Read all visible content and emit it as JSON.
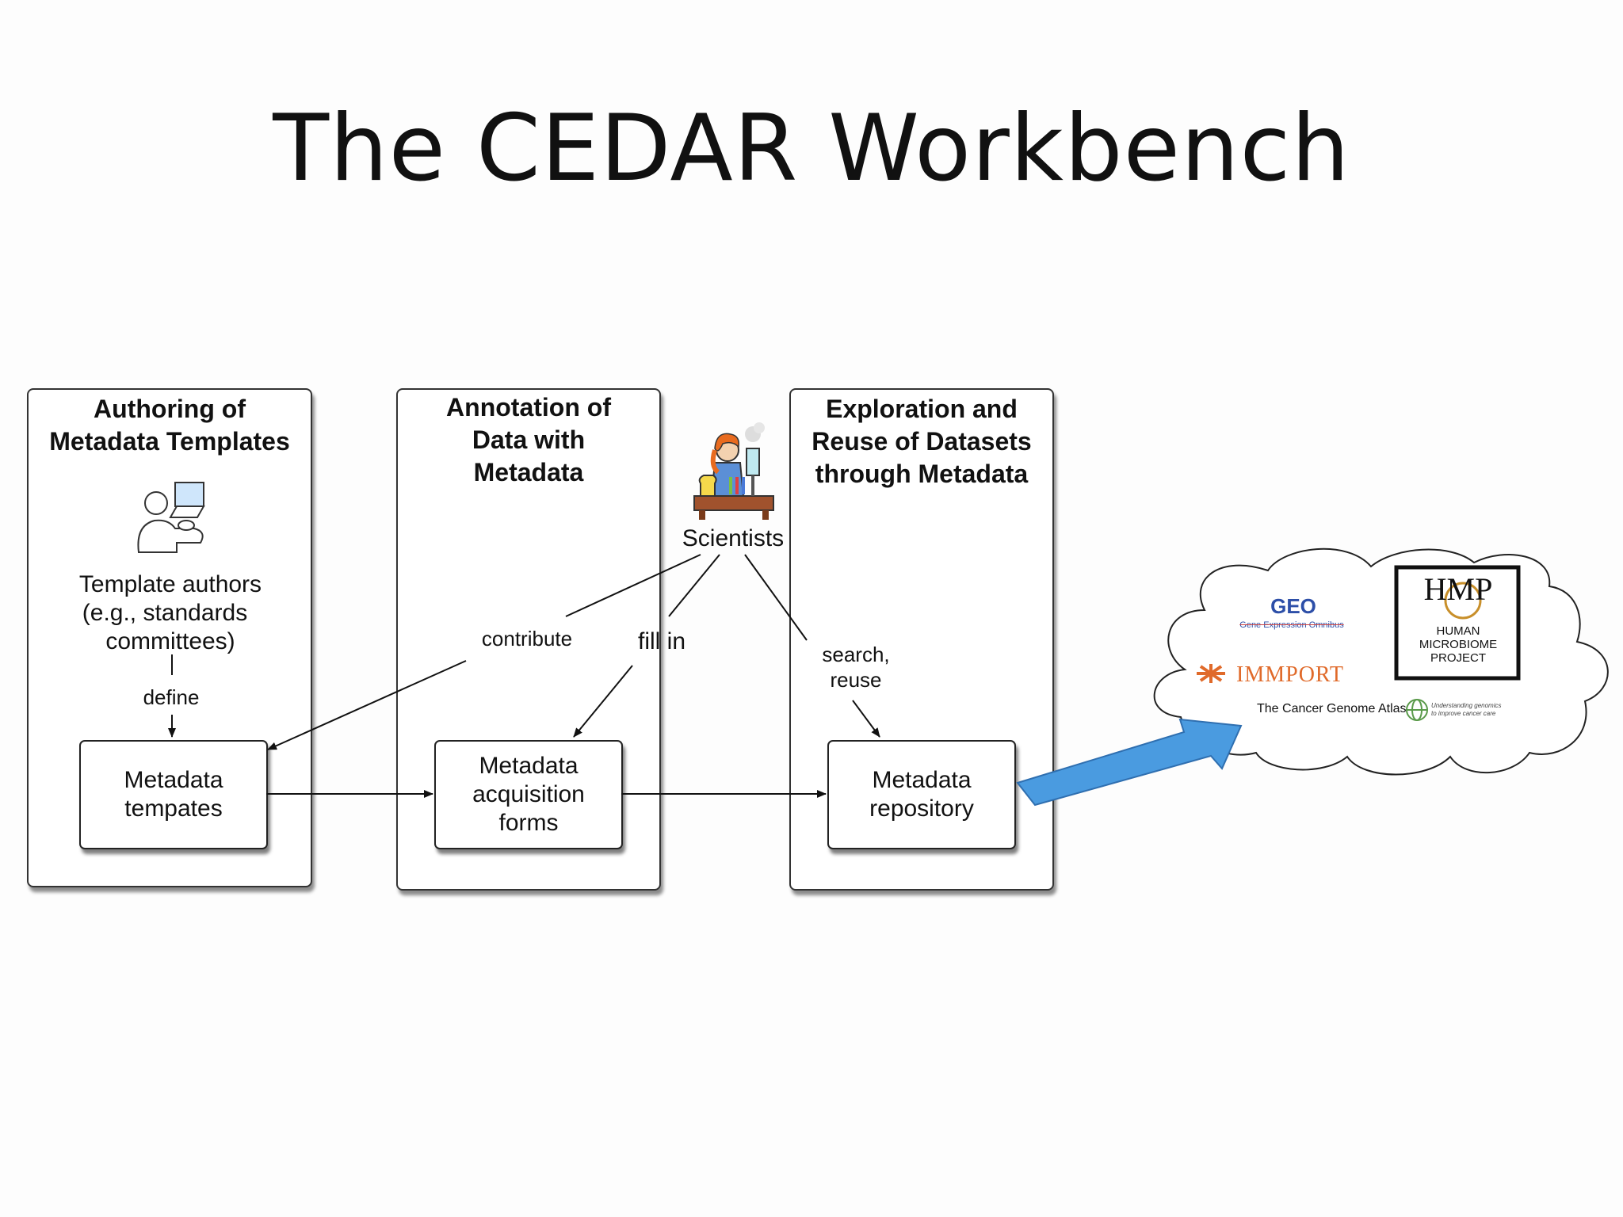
{
  "title": "The CEDAR Workbench",
  "panels": [
    {
      "title_lines": [
        "Authoring of",
        "Metadata Templates"
      ]
    },
    {
      "title_lines": [
        "Annotation of",
        "Data with",
        "Metadata"
      ]
    },
    {
      "title_lines": [
        "Exploration and",
        "Reuse of Datasets",
        "through Metadata"
      ]
    }
  ],
  "actors": {
    "template_authors": [
      "Template authors",
      "(e.g., standards",
      "committees)"
    ],
    "scientists": "Scientists"
  },
  "edge_labels": {
    "define": "define",
    "contribute": "contribute",
    "fill_in": "fill in",
    "search_reuse": [
      "search,",
      "reuse"
    ]
  },
  "nodes": {
    "templates": [
      "Metadata",
      "tempates"
    ],
    "forms": [
      "Metadata",
      "acquisition",
      "forms"
    ],
    "repository": [
      "Metadata",
      "repository"
    ]
  },
  "repositories": {
    "geo": "GEO",
    "geo_sub": "Gene Expression Omnibus",
    "hmp": "HMP",
    "hmp_sub": [
      "HUMAN",
      "MICROBIOME",
      "PROJECT"
    ],
    "immport": "IMMPORT",
    "tcga": "The Cancer Genome Atlas",
    "tcga_tag": [
      "Understanding genomics",
      "to improve cancer care"
    ]
  },
  "colors": {
    "arrow_blue": "#4a9be0",
    "immport_orange": "#e06a2a",
    "geo_blue": "#2d4fa8"
  }
}
